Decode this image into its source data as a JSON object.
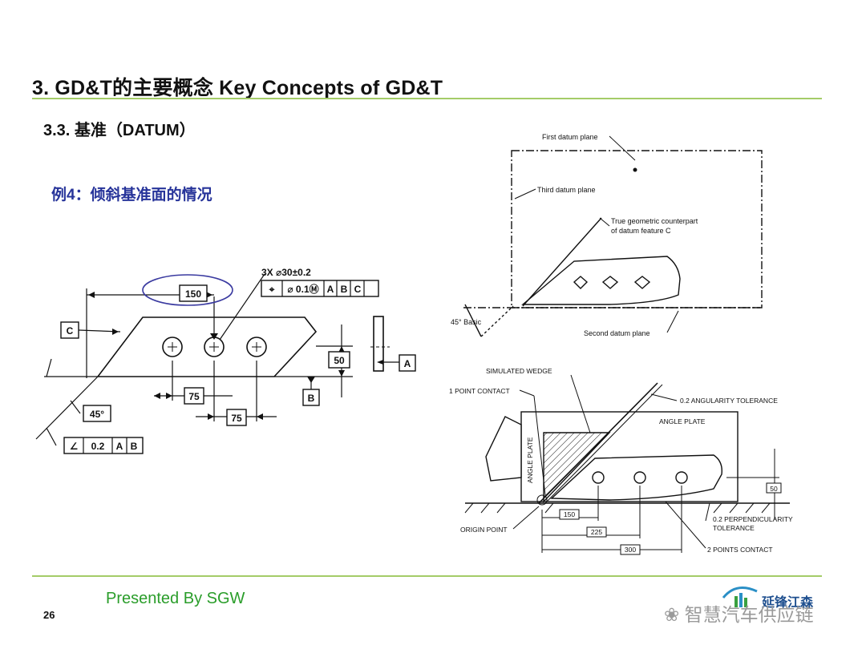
{
  "slide": {
    "title": "3. GD&T的主要概念  Key Concepts of GD&T",
    "subtitle": "3.3. 基准（DATUM）",
    "example": "例4：倾斜基准面的情况",
    "footer": "Presented By SGW",
    "page_number": "26",
    "logo_text": "延锋江森",
    "watermark": "智慧汽车供应链"
  },
  "left_drawing": {
    "hole_callout": "3X ⌀30±0.2",
    "frame_position": {
      "symbol": "⌖",
      "tol": "⌀ 0.1Ⓜ",
      "d1": "A",
      "d2": "B",
      "d3": "C"
    },
    "dim_150": "150",
    "dim_50": "50",
    "dim_75a": "75",
    "dim_75b": "75",
    "dim_45": "45°",
    "datum_a": "A",
    "datum_b": "B",
    "datum_c": "C",
    "frame_angularity": {
      "symbol": "∠",
      "tol": "0.2",
      "d1": "A",
      "d2": "B"
    }
  },
  "top_right": {
    "first_plane": "First datum plane",
    "third_plane": "Third datum plane",
    "counterpart_1": "True geometric counterpart",
    "counterpart_2": "of datum feature C",
    "basic_45": "45° Basic",
    "second_plane": "Second datum plane"
  },
  "bottom_right": {
    "wedge": "SIMULATED WEDGE",
    "point_contact": "1 POINT CONTACT",
    "angularity": "0.2 ANGULARITY TOLERANCE",
    "angle_plate_top": "ANGLE PLATE",
    "angle_plate_side": "ANGLE PLATE",
    "dim_50": "50",
    "perp_1": "0.2 PERPENDICULARITY",
    "perp_2": "TOLERANCE",
    "dim_150": "150",
    "dim_225": "225",
    "dim_300": "300",
    "origin": "ORIGIN POINT",
    "two_points": "2 POINTS CONTACT"
  }
}
